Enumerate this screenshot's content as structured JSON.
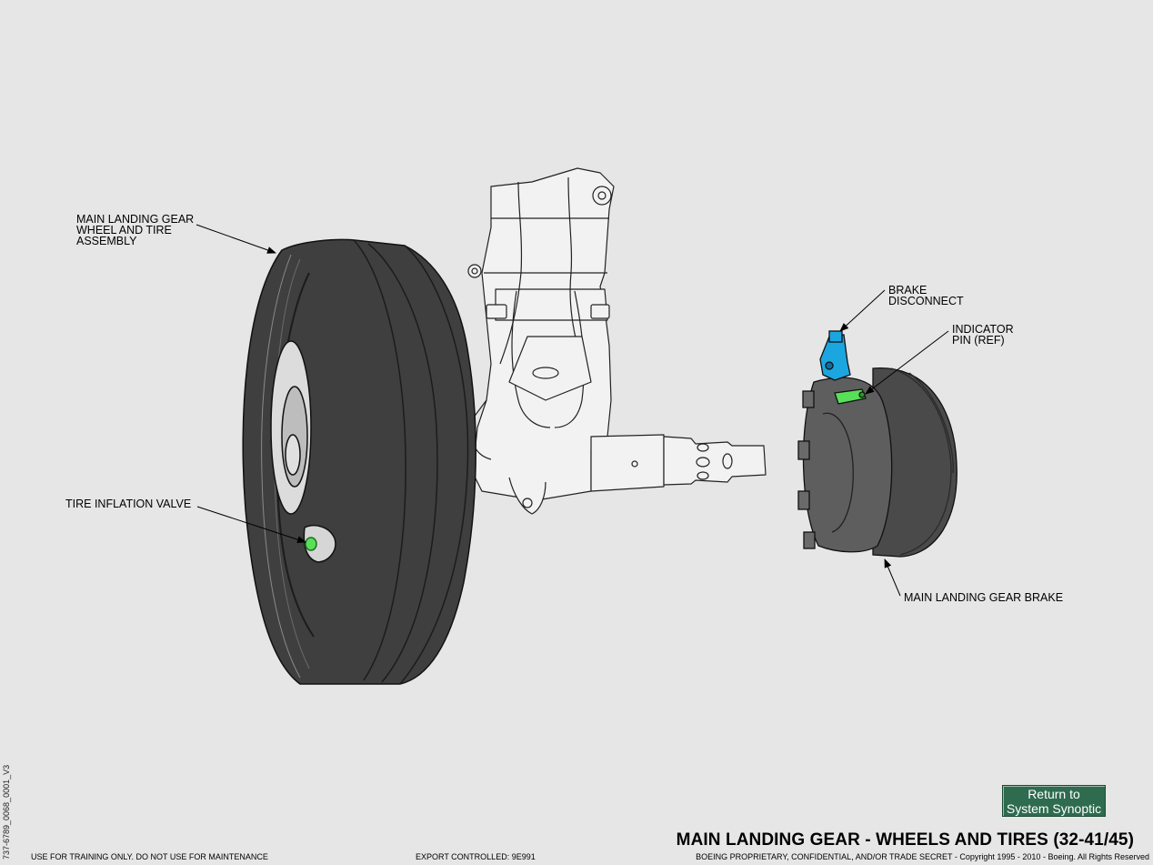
{
  "diagram": {
    "callouts": {
      "wheel_tire_assembly": "MAIN LANDING GEAR\nWHEEL AND TIRE\nASSEMBLY",
      "tire_inflation_valve": "TIRE INFLATION VALVE",
      "brake_disconnect": "BRAKE\nDISCONNECT",
      "indicator_pin": "INDICATOR\nPIN (REF)",
      "landing_gear_brake": "MAIN LANDING GEAR BRAKE"
    },
    "highlight_colors": {
      "disconnect": "#1ca6e0",
      "indicator_pin": "#58e058",
      "valve": "#58e058"
    }
  },
  "side_id": "737-6789_0068_0001_V3",
  "return_button": {
    "label": "Return to\nSystem Synoptic"
  },
  "title": "MAIN LANDING GEAR - WHEELS AND TIRES (32-41/45)",
  "footer": {
    "left": "USE FOR TRAINING ONLY. DO NOT USE FOR MAINTENANCE",
    "middle": "EXPORT CONTROLLED: 9E991",
    "right": "BOEING PROPRIETARY, CONFIDENTIAL, AND/OR TRADE SECRET - Copyright 1995 - 2010 - Boeing. All Rights Reserved"
  }
}
